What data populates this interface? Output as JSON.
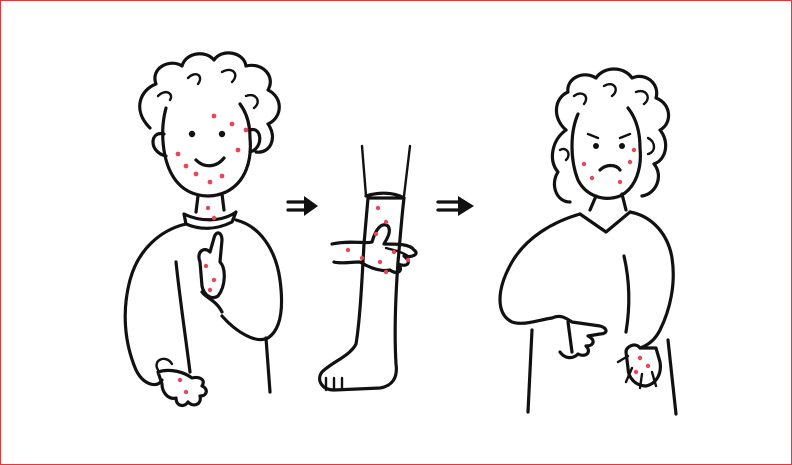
{
  "illustration": {
    "panels": [
      {
        "id": "person-left",
        "expression": "smiling",
        "hair": "curly-short",
        "spots_on": [
          "face",
          "neck",
          "hands"
        ]
      },
      {
        "id": "leg-center",
        "action": "hand-touching-leg",
        "spots_on": [
          "leg",
          "hand"
        ]
      },
      {
        "id": "person-right",
        "expression": "frowning",
        "hair": "curly-long",
        "spots_on": [
          "face",
          "hand"
        ]
      }
    ],
    "arrows": [
      "arrow-right",
      "arrow-right"
    ]
  },
  "colors": {
    "frame_border": "#e5363b",
    "line_ink": "#111111",
    "spot_red": "#e8455a",
    "background": "#ffffff"
  }
}
